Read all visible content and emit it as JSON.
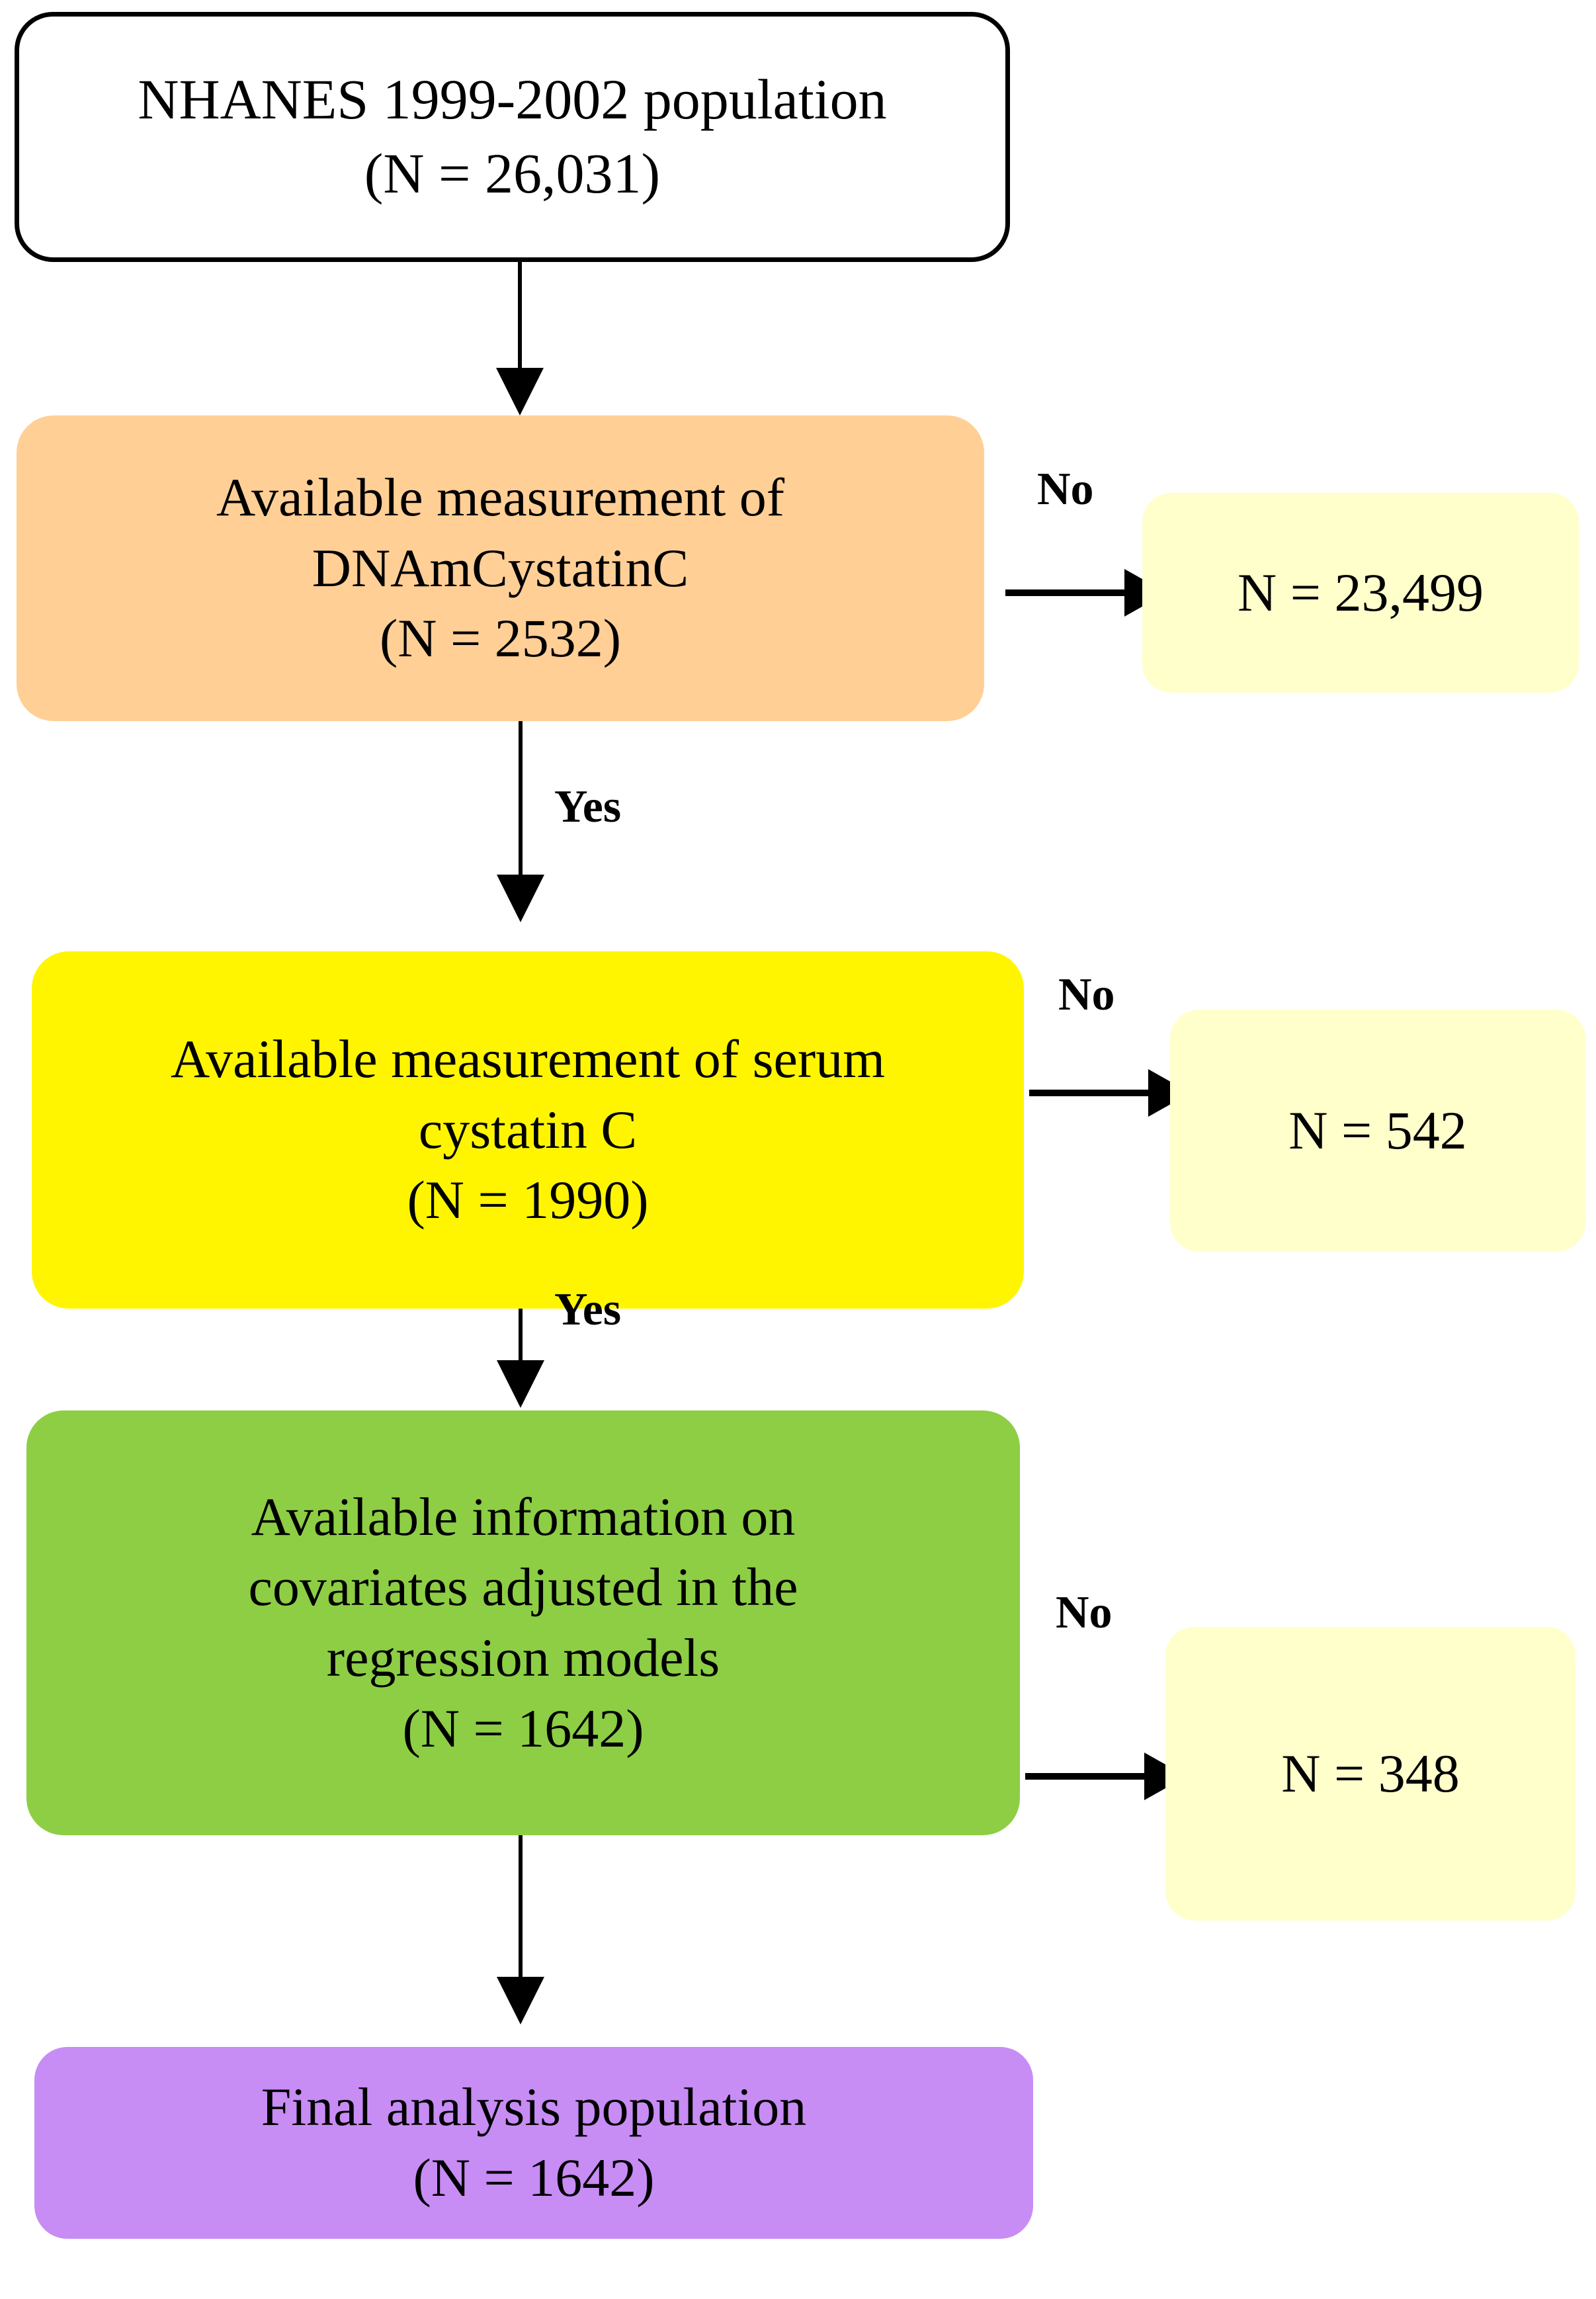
{
  "diagram": {
    "title": "NHANES study population flow diagram",
    "colors": {
      "root_fill": "#ffffff",
      "root_stroke": "#000000",
      "decision_1_fill": "#ffcf96",
      "decision_2_fill": "#fff500",
      "decision_3_fill": "#8dce45",
      "final_fill": "#c88cf5",
      "exclusion_fill": "#ffffcc",
      "connector": "#000000"
    },
    "nodes": {
      "root": {
        "line1": "NHANES 1999-2002 population",
        "line2": "(N = 26,031)"
      },
      "decision1": {
        "line1": "Available measurement of",
        "line2": "DNAmCystatinC",
        "line3": "(N = 2532)"
      },
      "decision2": {
        "line1": "Available measurement of serum",
        "line2": "cystatin C",
        "line3": "(N = 1990)"
      },
      "decision3": {
        "line1": "Available information on",
        "line2": "covariates adjusted in the",
        "line3": "regression models",
        "line4": "(N = 1642)"
      },
      "final": {
        "line1": "Final analysis population",
        "line2": "(N = 1642)"
      },
      "exclusion1": {
        "label": "N = 23,499"
      },
      "exclusion2": {
        "label": "N = 542"
      },
      "exclusion3": {
        "label": "N = 348"
      }
    },
    "edges": {
      "no1": "No",
      "no2": "No",
      "no3": "No",
      "yes1": "Yes",
      "yes2": "Yes"
    }
  }
}
